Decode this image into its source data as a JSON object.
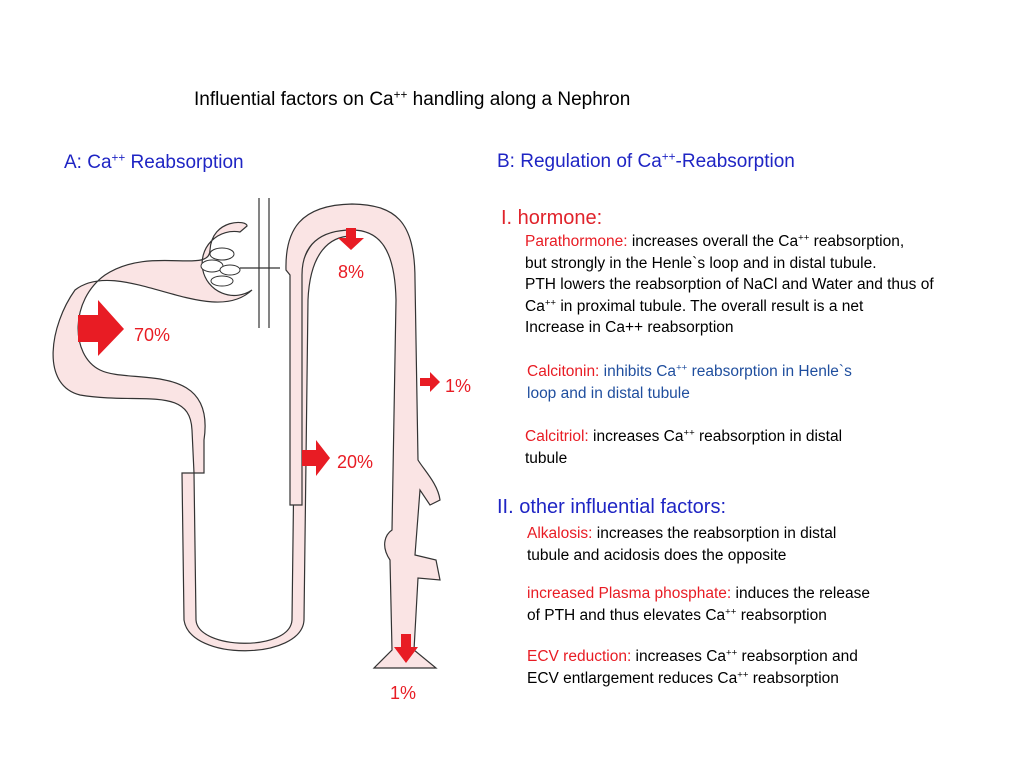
{
  "title": {
    "text": "Influential factors on Ca",
    "sup": "++",
    "tail": " handling along a Nephron"
  },
  "section_a": {
    "text": "A: Ca",
    "sup": "++",
    "tail": " Reabsorption"
  },
  "section_b": {
    "text": "B: Regulation of Ca",
    "sup": "++",
    "tail": "-Reabsorption"
  },
  "hormone_heading": "I.  hormone:",
  "parathormone": {
    "label": "Parathormone:",
    "l1": " increases overall the Ca",
    "l1_sup": "++",
    "l1_tail": " reabsorption,",
    "l2": "but strongly in the Henle`s loop and in distal tubule.",
    "l3": "PTH lowers the reabsorption of NaCl and Water and thus of",
    "l4_pre": "Ca",
    "l4_sup": "++",
    "l4_tail": " in proximal tubule. The overall result is a net",
    "l5": "Increase in Ca++ reabsorption"
  },
  "calcitonin": {
    "label": "Calcitonin:",
    "l1": "  inhibits Ca",
    "l1_sup": "++",
    "l1_tail": "  reabsorption in Henle`s",
    "l2": "loop and in distal tubule",
    "text_color": "#1f4e9e"
  },
  "calcitriol": {
    "label": "Calcitriol:",
    "l1": "  increases Ca",
    "l1_sup": "++",
    "l1_tail": " reabsorption in distal",
    "l2": " tubule"
  },
  "other_heading": "II.  other influential factors:",
  "alkalosis": {
    "label": "Alkalosis:",
    "l1": "  increases the reabsorption in distal",
    "l2": "tubule and acidosis does the opposite"
  },
  "phosphate": {
    "label": "increased Plasma phosphate:",
    "l1": "  induces the release",
    "l2_pre": "of PTH and thus elevates Ca",
    "l2_sup": "++",
    "l2_tail": " reabsorption"
  },
  "ecv": {
    "label": "ECV reduction:",
    "l1": "  increases Ca",
    "l1_sup": "++",
    "l1_tail": " reabsorption and",
    "l2_pre": "ECV entlargement reduces Ca",
    "l2_sup": "++",
    "l2_tail": " reabsorption"
  },
  "diagram": {
    "proximal_pct": "70%",
    "loop_top_pct": "8%",
    "thick_ascending_pct": "20%",
    "distal_pct": "1%",
    "urine_pct": "1%",
    "colors": {
      "tubule_fill": "#fae4e4",
      "outline": "#333333",
      "arrow": "#e81c24",
      "label_red": "#e81c24",
      "heading_blue": "#1f25c4"
    }
  }
}
